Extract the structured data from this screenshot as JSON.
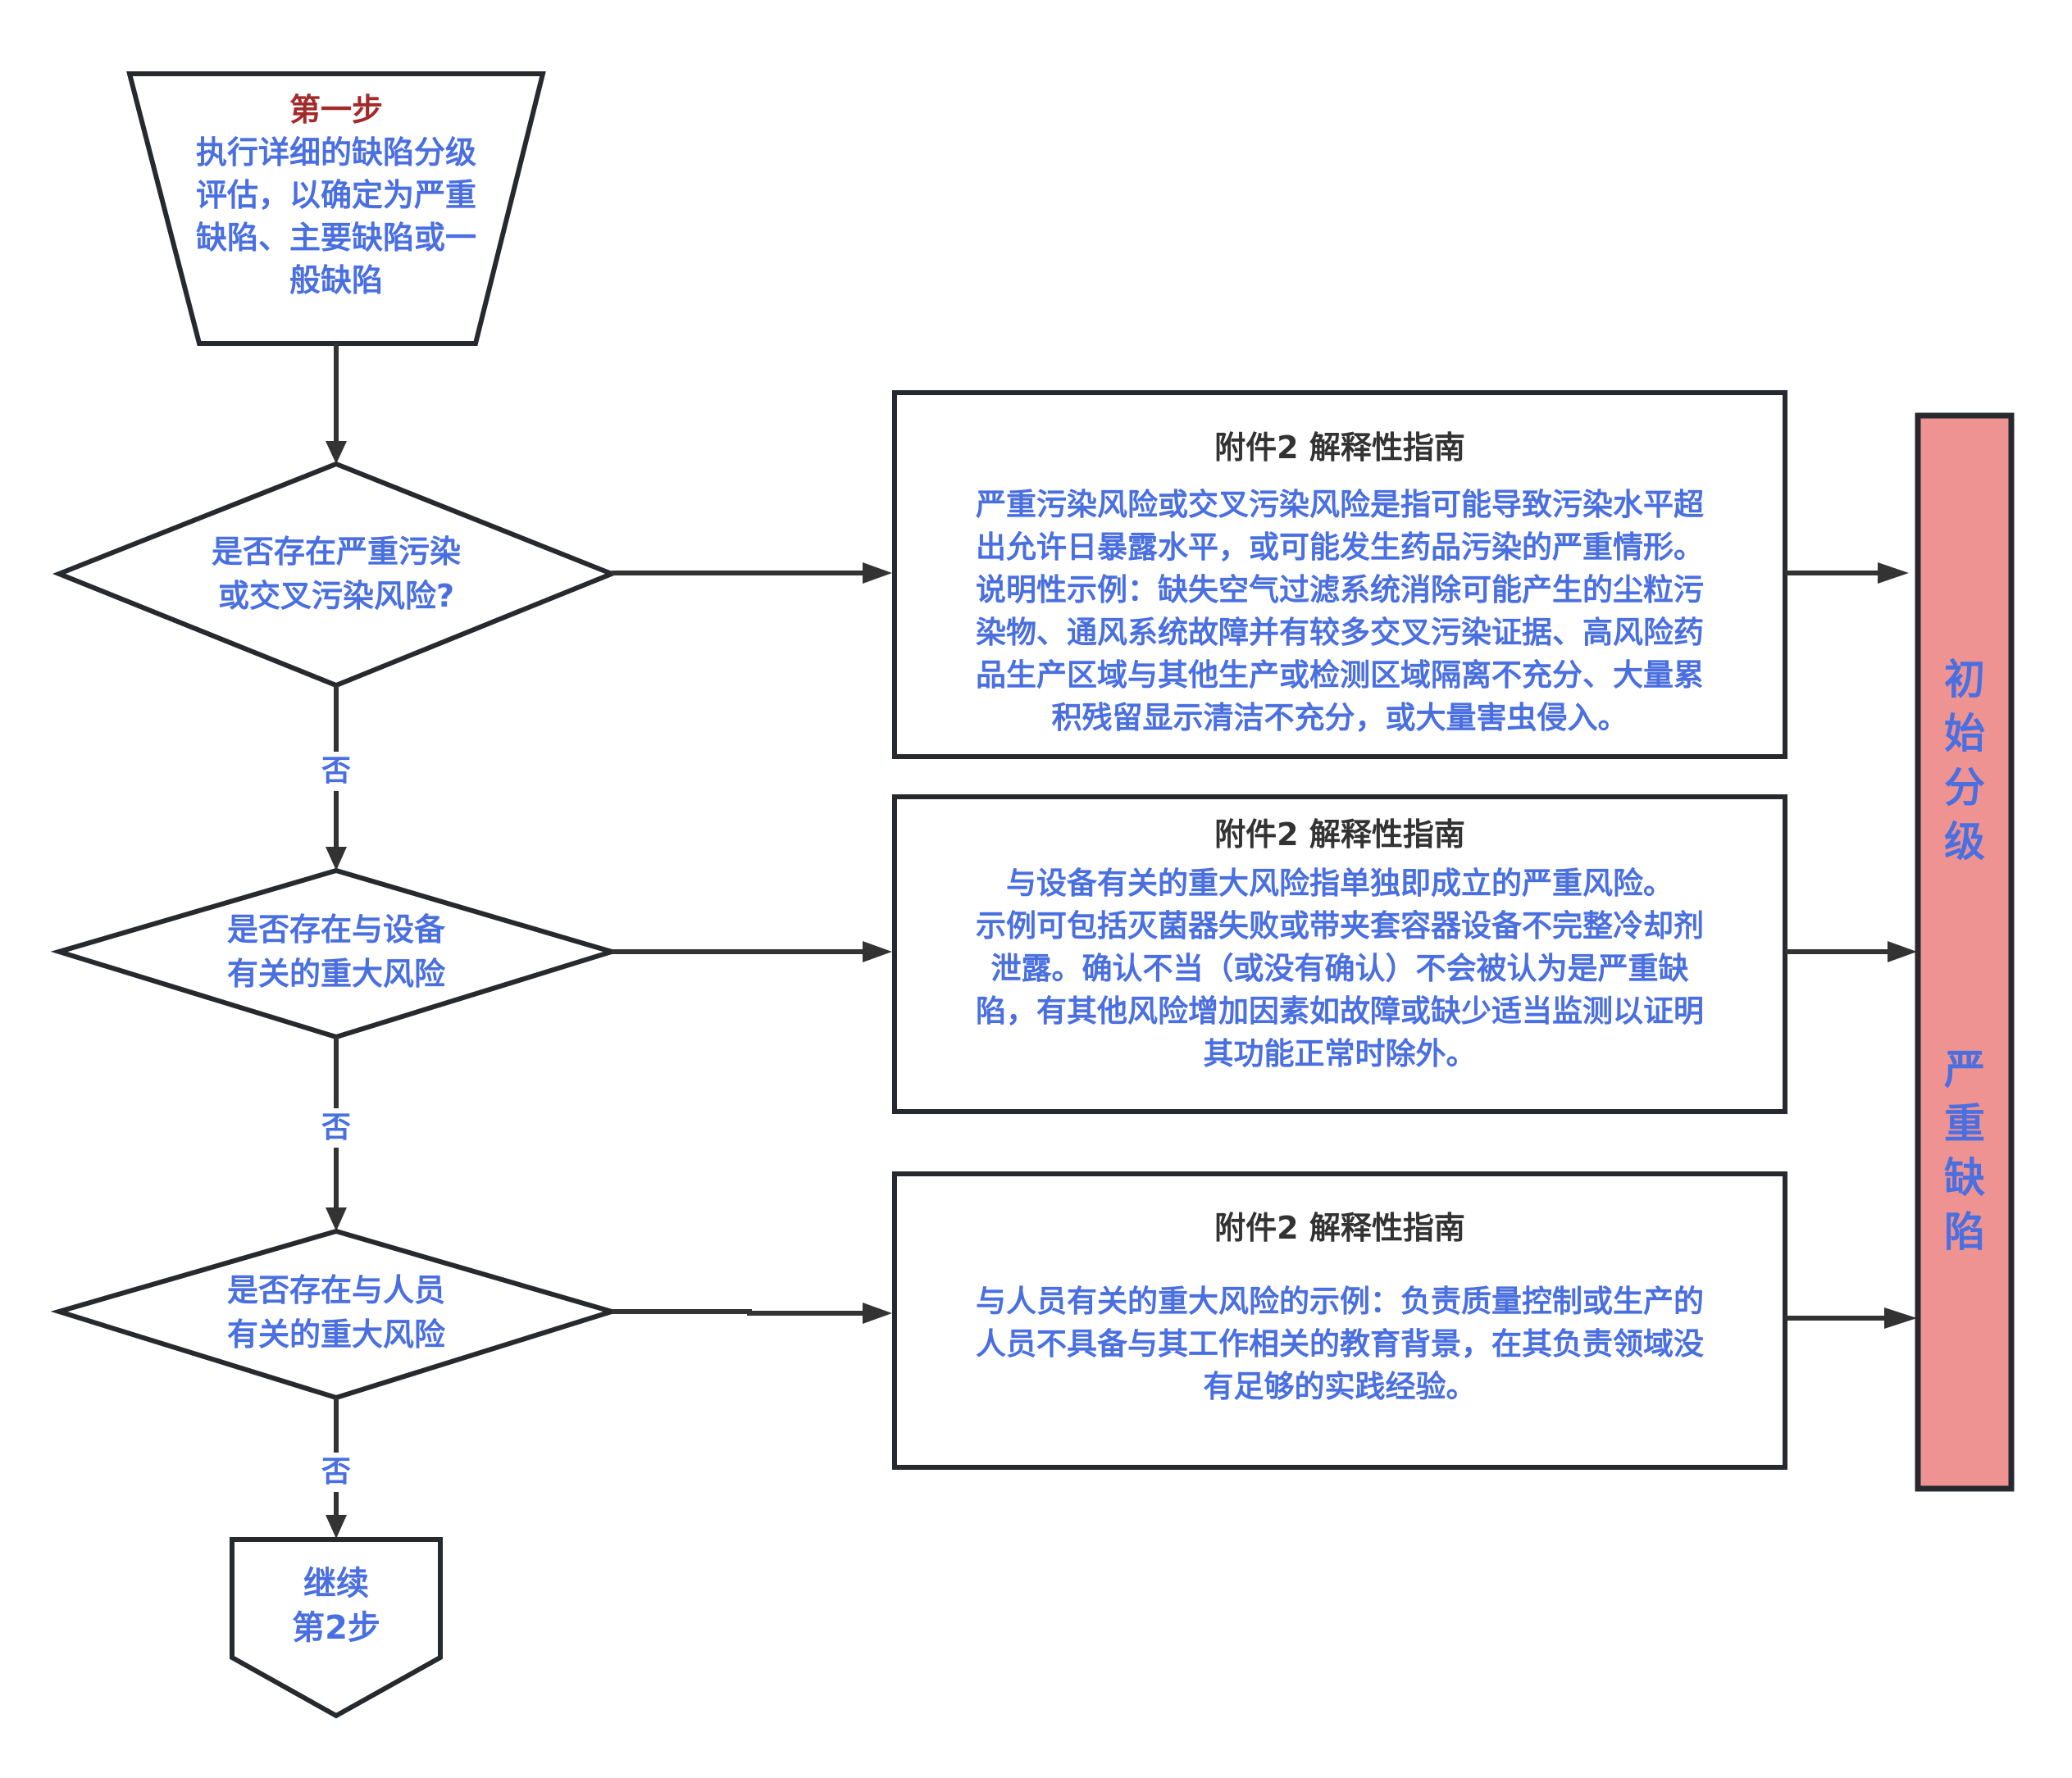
{
  "colors": {
    "text_blue": "#4a6fe0",
    "step_red": "#a32a2a",
    "title_dark": "#333333",
    "outline": "#262a2f",
    "result_fill": "#ef9392"
  },
  "start": {
    "title": "第一步",
    "body_lines": [
      "执行详细的缺陷分级",
      "评估，以确定为严重",
      "缺陷、主要缺陷或一",
      "般缺陷"
    ]
  },
  "decisions": [
    {
      "lines": [
        "是否存在严重污染",
        "或交叉污染风险?"
      ],
      "no_label": "否"
    },
    {
      "lines": [
        "是否存在与设备",
        "有关的重大风险"
      ],
      "no_label": "否"
    },
    {
      "lines": [
        "是否存在与人员",
        "有关的重大风险"
      ],
      "no_label": "否"
    }
  ],
  "guidance_boxes": [
    {
      "title": "附件2 解释性指南",
      "lines": [
        "严重污染风险或交叉污染风险是指可能导致污染水平超",
        "出允许日暴露水平，或可能发生药品污染的严重情形。",
        "说明性示例：缺失空气过滤系统消除可能产生的尘粒污",
        "染物、通风系统故障并有较多交叉污染证据、高风险药",
        "品生产区域与其他生产或检测区域隔离不充分、大量累",
        "积残留显示清洁不充分，或大量害虫侵入。"
      ]
    },
    {
      "title": "附件2 解释性指南",
      "lines": [
        "与设备有关的重大风险指单独即成立的严重风险。",
        "示例可包括灭菌器失败或带夹套容器设备不完整冷却剂",
        "泄露。确认不当（或没有确认）不会被认为是严重缺",
        "陷，有其他风险增加因素如故障或缺少适当监测以证明",
        "其功能正常时除外。"
      ]
    },
    {
      "title": "附件2 解释性指南",
      "lines": [
        "与人员有关的重大风险的示例：负责质量控制或生产的",
        "人员不具备与其工作相关的教育背景，在其负责领域没",
        "有足够的实践经验。"
      ]
    }
  ],
  "result": {
    "line1_chars": [
      "初",
      "始",
      "分",
      "级"
    ],
    "line2_chars": [
      "严",
      "重",
      "缺",
      "陷"
    ]
  },
  "next_step": {
    "lines": [
      "继续",
      "第2步"
    ]
  }
}
